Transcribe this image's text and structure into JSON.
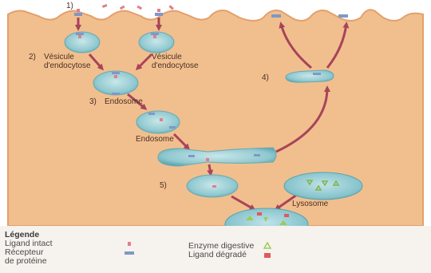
{
  "steps": {
    "step1": "1)",
    "step2": "2)",
    "step3": "3)",
    "step4": "4)",
    "step5": "5)"
  },
  "labels": {
    "vesicle_line1": "Vésicule",
    "vesicle_line2": "d'endocytose",
    "endosome_main": "Endosome",
    "endosome_second": "Endosome",
    "lysosome": "Lysosome"
  },
  "legend": {
    "title": "Légende",
    "ligand_intact": "Ligand intact",
    "receptor_line1": "Récepteur",
    "receptor_line2": "de protéine",
    "enzyme": "Enzyme digestive",
    "ligand_degraded": "Ligand dégradé"
  },
  "colors": {
    "cytoplasm": "#f1bf8e",
    "membrane": "#e8a772",
    "vesicle_fill": "#8fc8cf",
    "arrow": "#a8445a",
    "ligand": "#e17f8a",
    "receptor": "#7f98c6",
    "enzyme": "#9ccc56",
    "degraded": "#e05a5a"
  }
}
